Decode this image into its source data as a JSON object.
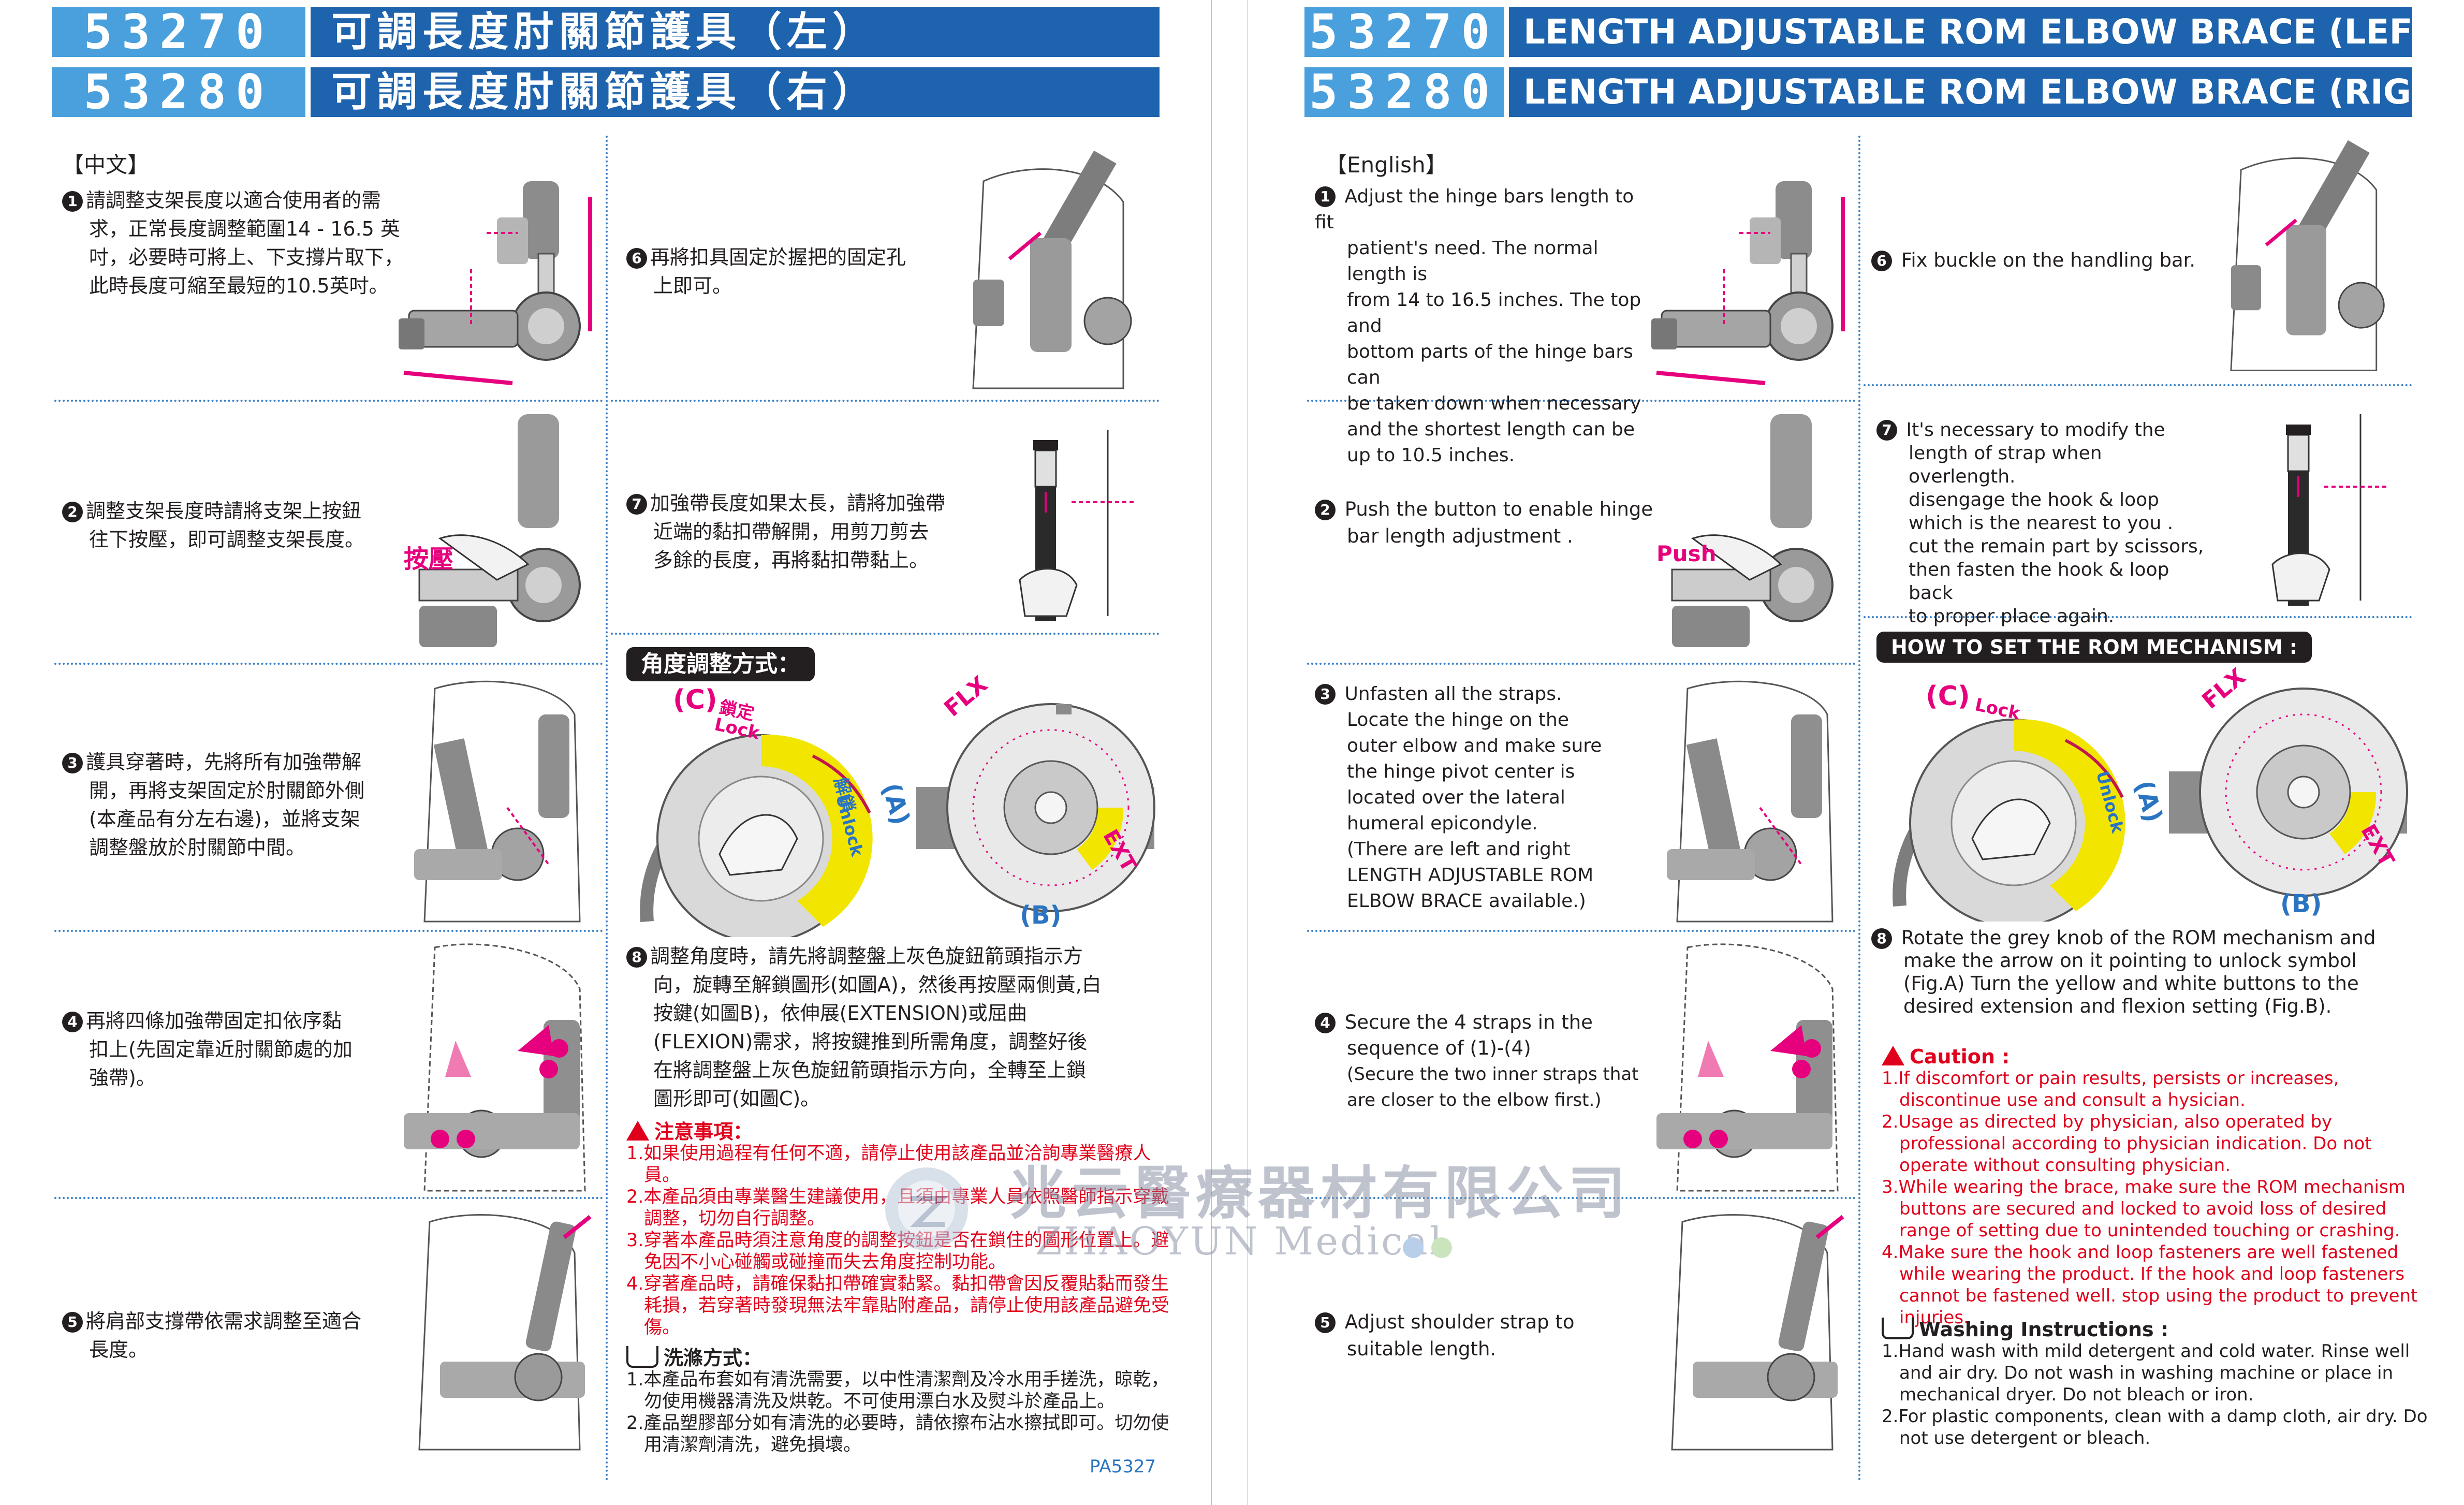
{
  "header": {
    "code_left": "53270",
    "code_right": "53280",
    "zh_title_left": "可調長度肘關節護具（左）",
    "zh_title_right": "可調長度肘關節護具（右）",
    "en_title_left": "LENGTH ADJUSTABLE ROM ELBOW BRACE (LEFT)",
    "en_title_right": "LENGTH ADJUSTABLE ROM ELBOW BRACE (RIGHT)"
  },
  "zh": {
    "lang_label": "【中文】",
    "steps": [
      {
        "num": "1",
        "lines": [
          "請調整支架長度以適合使用者的需",
          "求，正常長度調整範圍14 - 16.5 英",
          "吋，必要時可將上、下支撐片取下，",
          "此時長度可縮至最短的10.5英吋。"
        ]
      },
      {
        "num": "2",
        "lines": [
          "調整支架長度時請將支架上按鈕",
          "往下按壓，即可調整支架長度。"
        ]
      },
      {
        "num": "3",
        "lines": [
          "護具穿著時，先將所有加強帶解",
          "開，再將支架固定於肘關節外側",
          "(本產品有分左右邊)，並將支架",
          "調整盤放於肘關節中間。"
        ]
      },
      {
        "num": "4",
        "lines": [
          "再將四條加強帶固定扣依序黏",
          "扣上(先固定靠近肘關節處的加",
          "強帶)。"
        ]
      },
      {
        "num": "5",
        "lines": [
          "將肩部支撐帶依需求調整至適合",
          "長度。"
        ]
      },
      {
        "num": "6",
        "lines": [
          "再將扣具固定於握把的固定孔",
          "上即可。"
        ]
      },
      {
        "num": "7",
        "lines": [
          "加強帶長度如果太長，請將加強帶",
          "近端的黏扣帶解開，用剪刀剪去",
          "多餘的長度，再將黏扣帶黏上。"
        ]
      },
      {
        "num": "8",
        "lines": [
          "調整角度時，請先將調整盤上灰色旋鈕箭頭指示方",
          "向，旋轉至解鎖圖形(如圖A)，然後再按壓兩側黃,白",
          "按鍵(如圖B)，依伸展(EXTENSION)或屈曲",
          "(FLEXION)需求，將按鍵推到所需角度，調整好後",
          "在將調整盤上灰色旋鈕箭頭指示方向，全轉至上鎖",
          "圖形即可(如圖C)。"
        ]
      }
    ],
    "push_label": "按壓",
    "rom_title": "角度調整方式：",
    "lock_label": "鎖定",
    "unlock_label": "解鎖",
    "caution_title": "注意事項：",
    "caution": [
      "1.如果使用過程有任何不適，請停止使用該產品並洽詢專業醫療人員。",
      "2.本產品須由專業醫生建議使用，且須由專業人員依照醫師指示穿戴調整，切勿自行調整。",
      "3.穿著本產品時須注意角度的調整按鈕是否在鎖住的圖形位置上。避免因不小心碰觸或碰撞而失去角度控制功能。",
      "4.穿著產品時，請確保黏扣帶確實黏緊。黏扣帶會因反覆貼黏而發生耗損，若穿著時發現無法牢靠貼附產品，請停止使用該產品避免受傷。"
    ],
    "wash_title": "洗滌方式：",
    "wash": [
      "1.本產品布套如有清洗需要，以中性清潔劑及冷水用手搓洗，晾乾，勿使用機器清洗及烘乾。不可使用漂白水及熨斗於產品上。",
      "2.產品塑膠部分如有清洗的必要時，請依擦布沾水擦拭即可。切勿使用清潔劑清洗，避免損壞。"
    ],
    "code": "PA5327"
  },
  "en": {
    "lang_label": "【English】",
    "steps": [
      {
        "num": "1",
        "lines": [
          "Adjust the hinge bars length to fit",
          "patient's need. The normal length is",
          "from 14 to 16.5 inches. The top and",
          "bottom parts of the hinge bars can",
          "be taken down when necessary",
          "and the shortest length can be",
          "up to 10.5 inches."
        ]
      },
      {
        "num": "2",
        "lines": [
          "Push the button to enable hinge",
          "bar length adjustment ."
        ]
      },
      {
        "num": "3",
        "lines": [
          "Unfasten all the straps.",
          "Locate the hinge on the",
          "outer elbow and make sure",
          "the hinge pivot center is",
          "located over the lateral",
          "humeral epicondyle.",
          "(There are left and right",
          "LENGTH ADJUSTABLE ROM",
          "ELBOW BRACE available.)"
        ]
      },
      {
        "num": "4",
        "lines": [
          "Secure the 4 straps in the",
          "sequence of (1)-(4)",
          "(Secure the two inner straps that",
          "are closer to the elbow first.)"
        ]
      },
      {
        "num": "5",
        "lines": [
          "Adjust shoulder strap to",
          "suitable length."
        ]
      },
      {
        "num": "6",
        "lines": [
          "Fix buckle on the handling bar."
        ]
      },
      {
        "num": "7",
        "lines": [
          "It's necessary to modify the",
          "length of strap when overlength.",
          "disengage the hook & loop",
          "which is the nearest to you .",
          "cut the remain part by scissors,",
          "then fasten the hook & loop back",
          "to proper place again."
        ]
      },
      {
        "num": "8",
        "lines": [
          "Rotate the grey knob of the ROM mechanism and",
          "make the arrow on it pointing to unlock symbol",
          "(Fig.A) Turn the yellow and white buttons to the",
          "desired extension and flexion setting (Fig.B)."
        ]
      }
    ],
    "push_label": "Push",
    "rom_title": "HOW TO SET THE ROM MECHANISM :",
    "lock_label": "Lock",
    "unlock_label": "Unlock",
    "caution_title": "Caution :",
    "caution": [
      "1.If discomfort or pain results, persists or increases, discontinue use and consult a hysician.",
      "2.Usage as directed by physician, also operated by professional according to physician indication. Do not operate without consulting physician.",
      "3.While wearing the brace, make sure the ROM mechanism buttons are secured and locked to avoid loss of desired range of setting due to unintended touching or crashing.",
      "4.Make sure the hook and loop fasteners are well fastened while wearing the product. If the hook and loop fasteners cannot be fastened well. stop using the product to prevent injuries."
    ],
    "wash_title": "Washing Instructions :",
    "wash": [
      "1.Hand wash with mild detergent and cold water. Rinse well and air dry. Do not wash in washing machine or place in mechanical dryer. Do not bleach or iron.",
      "2.For plastic components, clean with a damp cloth, air dry. Do not use detergent or bleach."
    ]
  },
  "fig_labels": {
    "a": "(A)",
    "b": "(B)",
    "c": "(C)",
    "flx": "FLX",
    "ext": "EXT"
  },
  "watermark": {
    "zh": "兆云醫療器材有限公司",
    "en": "ZHAOYUN Medical"
  },
  "colors": {
    "header_code": "#4aa0dc",
    "header_title": "#1e63ad",
    "caution": "#e1001b",
    "accent_pink": "#e6007e",
    "rom_yellow": "#f2e600",
    "link_blue": "#2a74c2"
  }
}
